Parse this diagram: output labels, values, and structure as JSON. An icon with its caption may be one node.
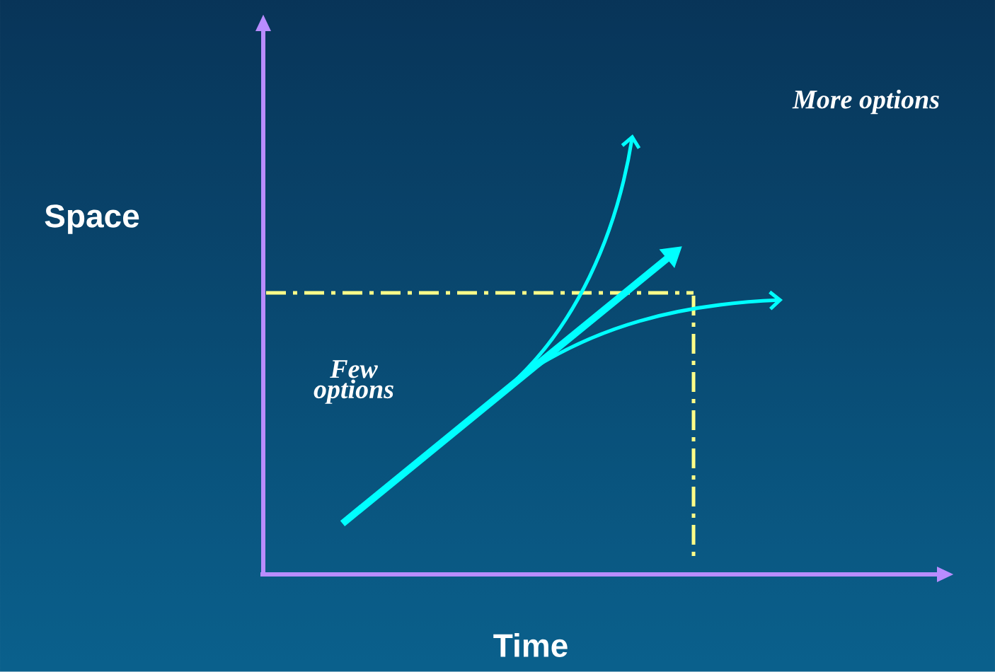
{
  "diagram": {
    "labels": [
      "More options",
      "Space",
      "Few options",
      "Time"
    ]
  }
}
